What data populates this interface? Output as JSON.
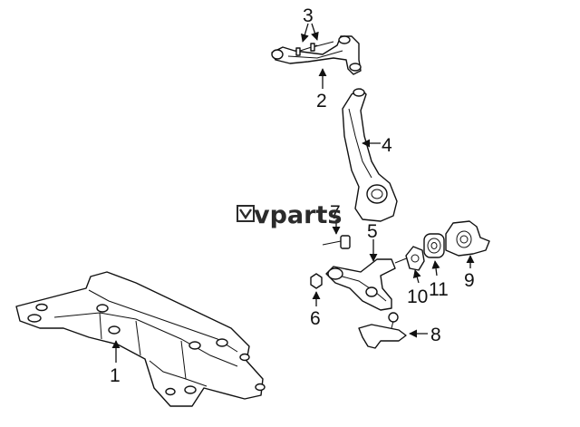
{
  "watermark": {
    "text": "vparts"
  },
  "callouts": [
    {
      "id": "1",
      "label": "1"
    },
    {
      "id": "2",
      "label": "2"
    },
    {
      "id": "3",
      "label": "3"
    },
    {
      "id": "4",
      "label": "4"
    },
    {
      "id": "5",
      "label": "5"
    },
    {
      "id": "6",
      "label": "6"
    },
    {
      "id": "7",
      "label": "7"
    },
    {
      "id": "8",
      "label": "8"
    },
    {
      "id": "9",
      "label": "9"
    },
    {
      "id": "10",
      "label": "10"
    },
    {
      "id": "11",
      "label": "11"
    }
  ]
}
